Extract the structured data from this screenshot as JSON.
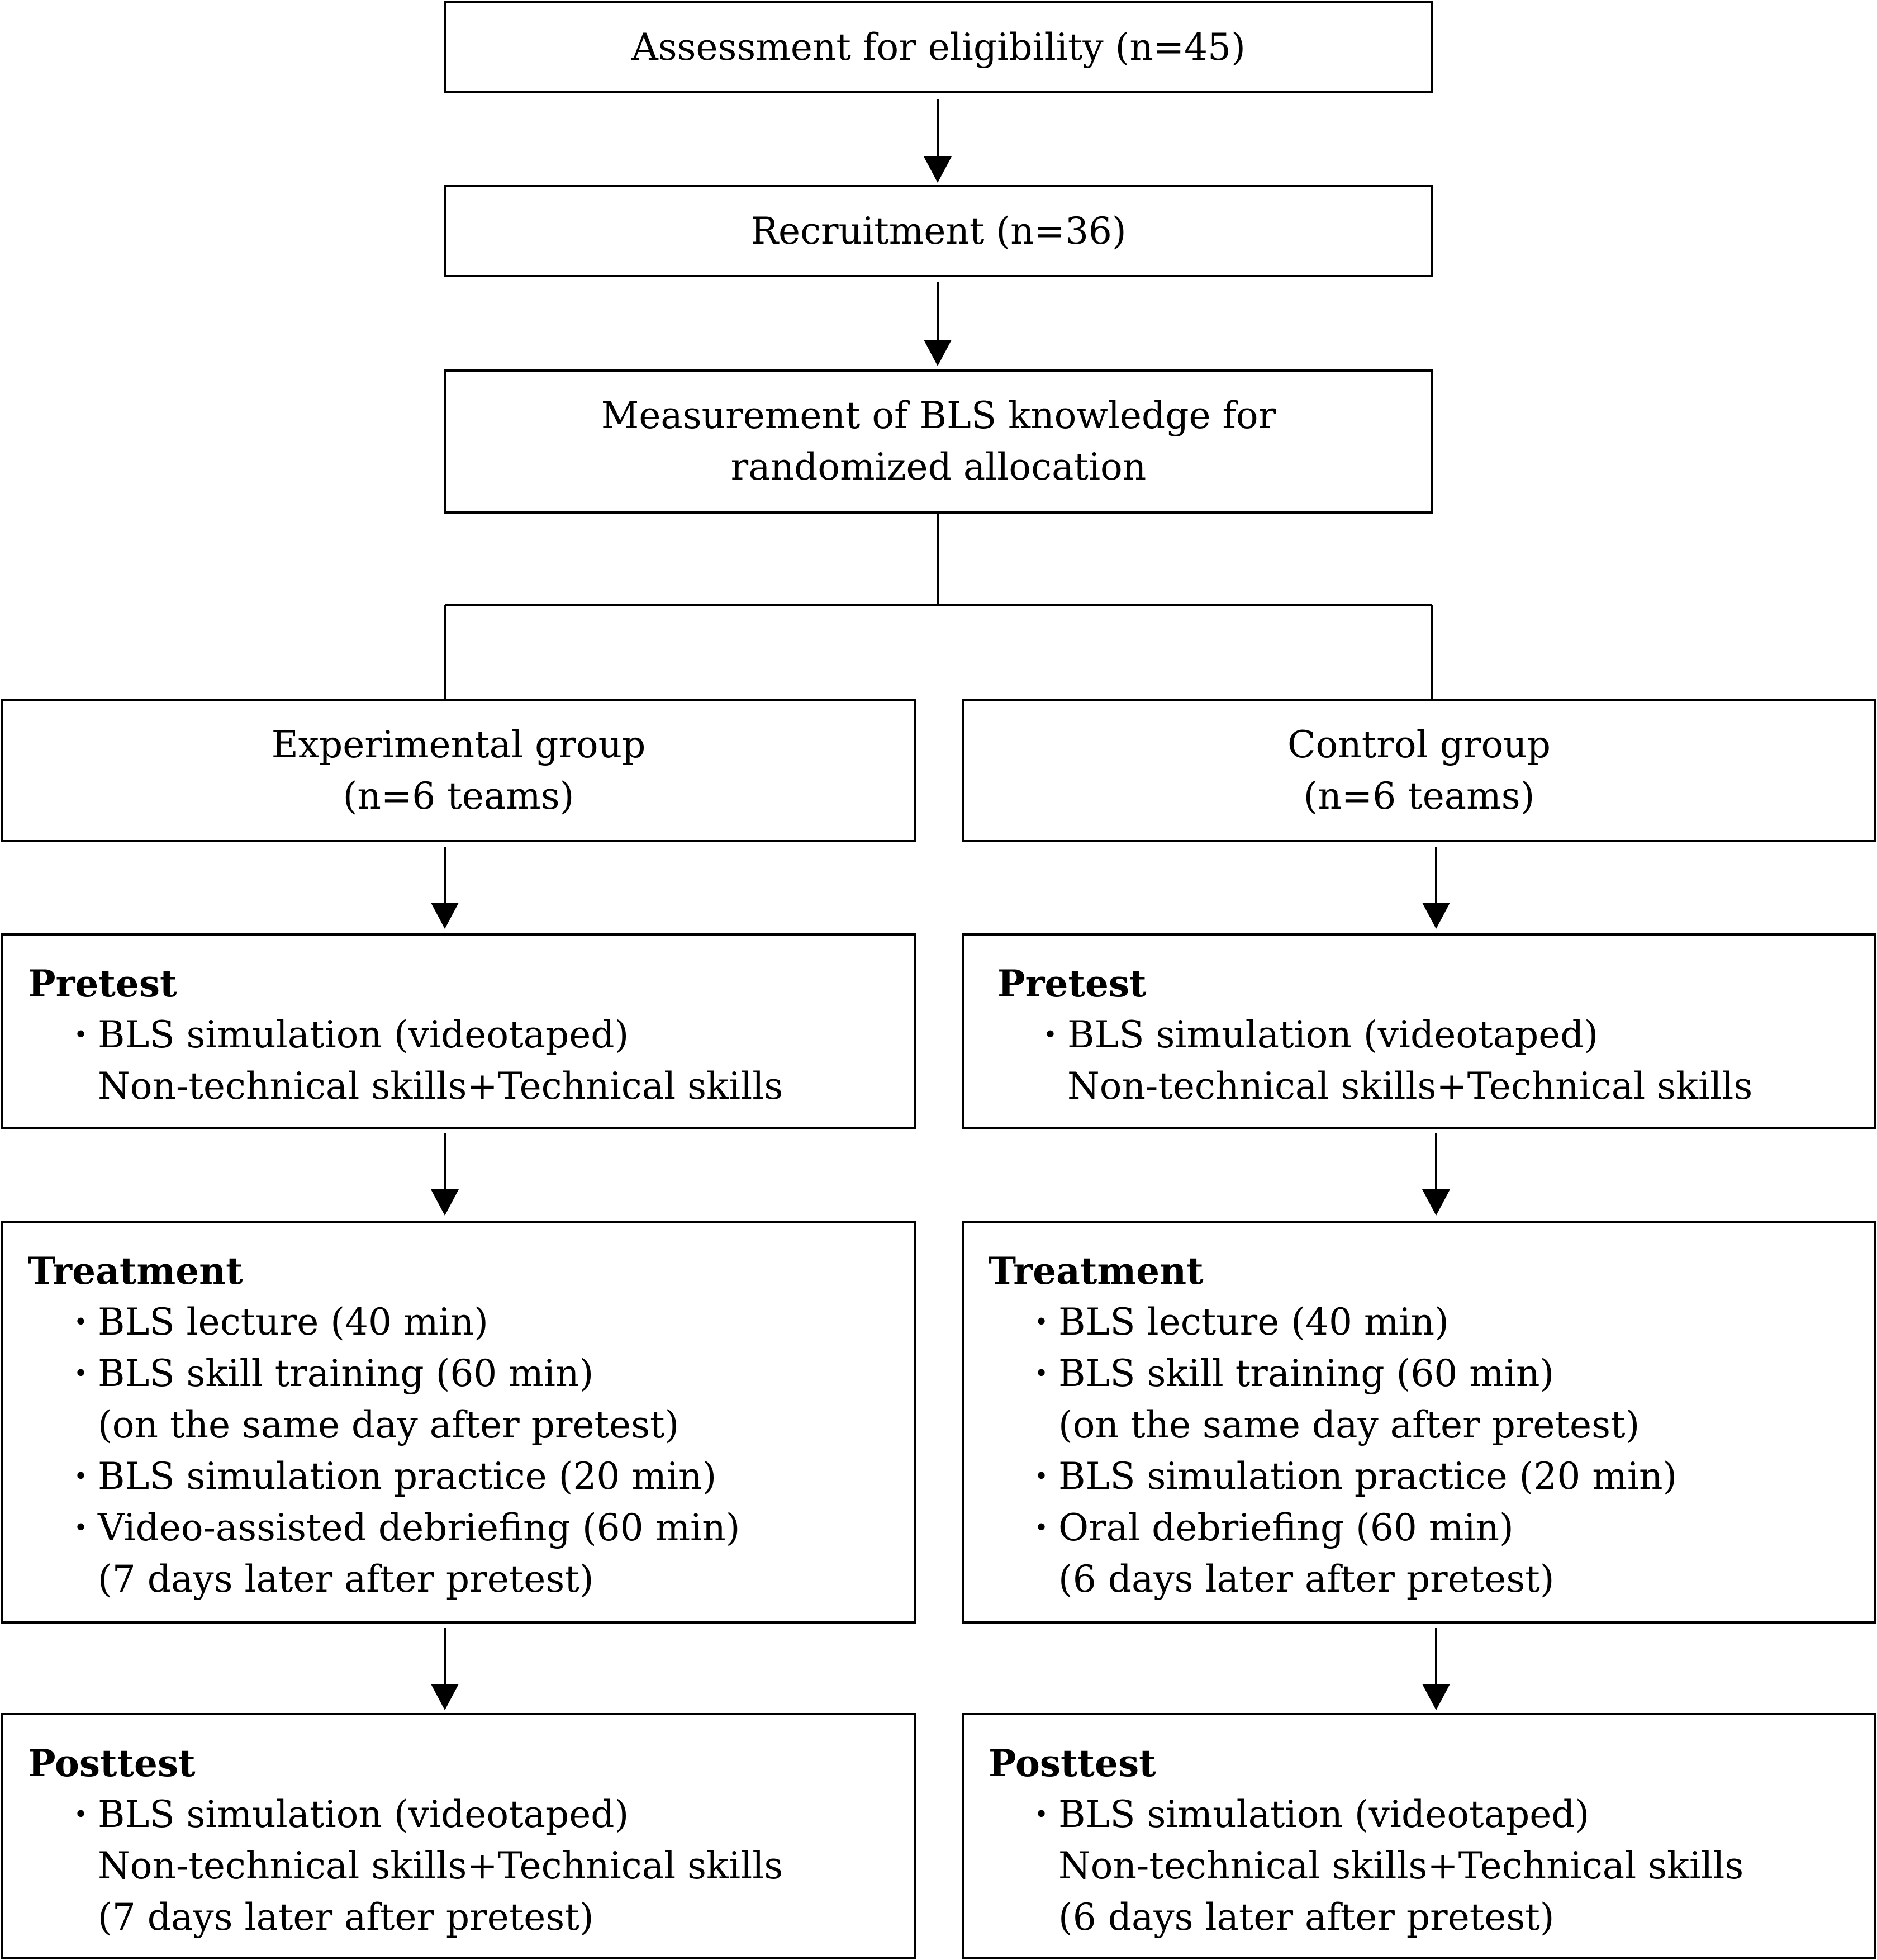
{
  "assessment": "Assessment for eligibility (n=45)",
  "recruitment": "Recruitment (n=36)",
  "measurement": [
    "Measurement of BLS knowledge for",
    "randomized allocation"
  ],
  "experimental": {
    "title": "Experimental group",
    "n": "(n=6 teams)",
    "pretest": {
      "heading": "Pretest",
      "item1": "BLS simulation (videotaped)",
      "item1_cont": "Non-technical skills+Technical skills"
    },
    "treatment": {
      "heading": "Treatment",
      "item1": "BLS lecture (40 min)",
      "item2": "BLS skill training (60 min)",
      "item2_cont": "(on the same day after pretest)",
      "item3": "BLS simulation practice (20 min)",
      "item4": "Video-assisted debriefing (60 min)",
      "item4_cont": "(7 days later after pretest)"
    },
    "posttest": {
      "heading": "Posttest",
      "item1": "BLS simulation (videotaped)",
      "item1_cont": "Non-technical skills+Technical skills",
      "item1_cont2": "(7 days later after pretest)"
    }
  },
  "control": {
    "title": "Control group",
    "n": "(n=6 teams)",
    "pretest": {
      "heading": "Pretest",
      "item1": "BLS simulation (videotaped)",
      "item1_cont": "Non-technical skills+Technical skills"
    },
    "treatment": {
      "heading": "Treatment",
      "item1": "BLS lecture (40 min)",
      "item2": "BLS skill training (60 min)",
      "item2_cont": "(on the same day after pretest)",
      "item3": "BLS simulation practice (20 min)",
      "item4": "Oral debriefing (60 min)",
      "item4_cont": "(6 days later after pretest)"
    },
    "posttest": {
      "heading": "Posttest",
      "item1": "BLS simulation (videotaped)",
      "item1_cont": "Non-technical skills+Technical skills",
      "item1_cont2": "(6 days later after pretest)"
    }
  }
}
